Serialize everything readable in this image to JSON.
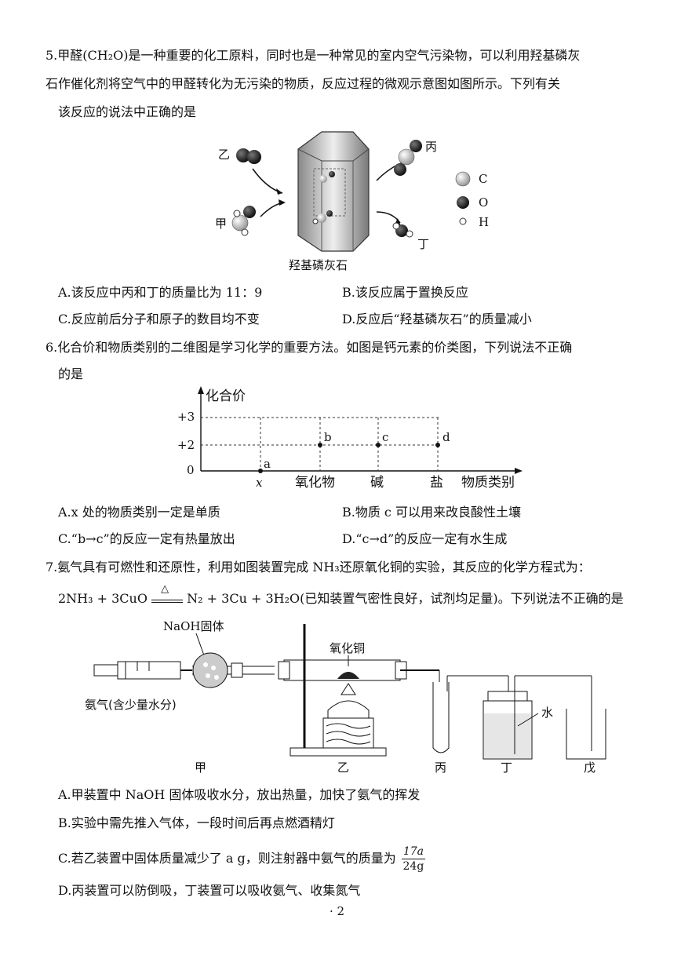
{
  "q5": {
    "line1": "5.甲醛(CH₂O)是一种重要的化工原料，同时也是一种常见的室内空气污染物，可以利用羟基磷灰",
    "line2": "石作催化剂将空气中的甲醛转化为无污染的物质，反应过程的微观示意图如图所示。下列有关",
    "line3": "该反应的说法中正确的是",
    "fig": {
      "label_yi": "乙",
      "label_jia": "甲",
      "label_bing": "丙",
      "label_ding": "丁",
      "caption": "羟基磷灰石",
      "legend": [
        {
          "sym": "C"
        },
        {
          "sym": "O"
        },
        {
          "sym": "H"
        }
      ]
    },
    "optA": "A.该反应中丙和丁的质量比为 11：9",
    "optB": "B.该反应属于置换反应",
    "optC": "C.反应前后分子和原子的数目均不变",
    "optD": "D.反应后“羟基磷灰石”的质量减小"
  },
  "q6": {
    "line1": "6.化合价和物质类别的二维图是学习化学的重要方法。如图是钙元素的价类图，下列说法不正确",
    "line2": "的是",
    "chart": {
      "ylabel": "化合价",
      "yticks": [
        "+3",
        "+2",
        "0"
      ],
      "xticks": [
        "x",
        "氧化物",
        "碱",
        "盐"
      ],
      "xlabel": "物质类别",
      "points": [
        "a",
        "b",
        "c",
        "d"
      ]
    },
    "optA": "A.x 处的物质类别一定是单质",
    "optB": "B.物质 c 可以用来改良酸性土壤",
    "optC": "C.“b→c”的反应一定有热量放出",
    "optD": "D.“c→d”的反应一定有水生成"
  },
  "q7": {
    "line1": "7.氨气具有可燃性和还原性，利用如图装置完成 NH₃还原氧化铜的实验，其反应的化学方程式为：",
    "eq_left": "2NH₃ + 3CuO",
    "eq_cond": "△",
    "eq_right": "N₂ + 3Cu + 3H₂O(已知装置气密性良好，试剂均足量)。下列说法不正确的是",
    "fig": {
      "naoh": "NaOH固体",
      "cuo": "氧化铜",
      "gas": "氨气(含少量水分)",
      "water": "水",
      "jia": "甲",
      "yi": "乙",
      "bing": "丙",
      "ding": "丁",
      "wu": "戊"
    },
    "optA": "A.甲装置中 NaOH 固体吸收水分，放出热量，加快了氨气的挥发",
    "optB": "B.实验中需先推入气体，一段时间后再点燃酒精灯",
    "optC_pre": "C.若乙装置中固体质量减少了 a g，则注射器中氨气的质量为",
    "optC_num": "17a",
    "optC_den": "24g",
    "optD": "D.丙装置可以防倒吸，丁装置可以吸收氨气、收集氮气"
  },
  "page_number": "· 2"
}
